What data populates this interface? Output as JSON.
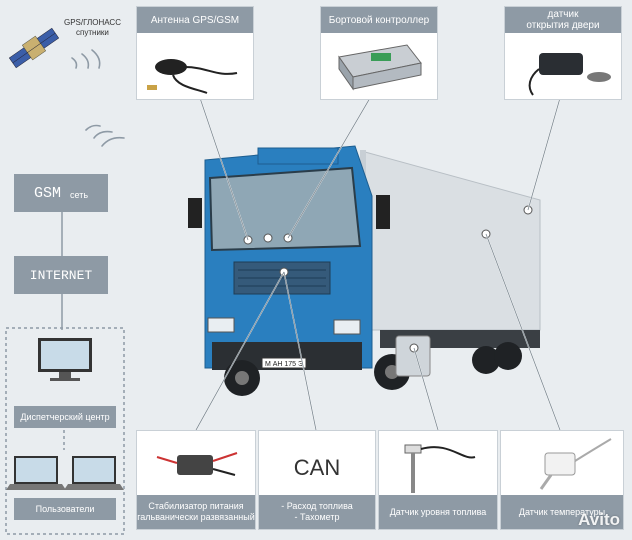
{
  "satellite": {
    "label_line1": "GPS/ГЛОНАСС",
    "label_line2": "спутники"
  },
  "network": {
    "gsm_main": "GSM",
    "gsm_sub": "сеть",
    "internet": "INTERNET",
    "dispatch": "Диспетчерский центр",
    "users": "Пользователи"
  },
  "top_panels": {
    "antenna": "Антенна GPS/GSM",
    "controller": "Бортовой контроллер",
    "door_sensor_line1": "датчик",
    "door_sensor_line2": "открытия двери"
  },
  "bottom_panels": {
    "stabilizer_line1": "Стабилизатор питания",
    "stabilizer_line2": "гальванически развязанный",
    "can_title": "CAN",
    "can_line1": "- Расход топлива",
    "can_line2": "- Тахометр",
    "fuel_level": "Датчик уровня топлива",
    "temp_sensor": "Датчик температуры"
  },
  "truck": {
    "plate": "М АН 175 Э"
  },
  "watermark": "Avito",
  "colors": {
    "panel_gray": "#8e9aa5",
    "truck_blue": "#2a7fbf",
    "trailer": "#dadfe3",
    "background": "#e9edf0"
  }
}
